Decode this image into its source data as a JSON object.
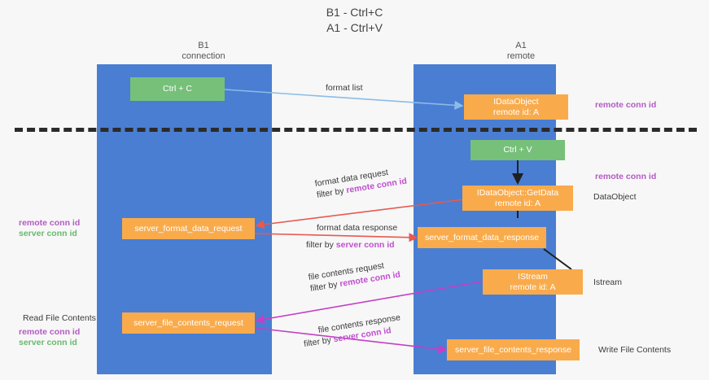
{
  "title": {
    "line1": "B1 - Ctrl+C",
    "line2": "A1 - Ctrl+V"
  },
  "columns": [
    {
      "name": "B1",
      "sub": "connection"
    },
    {
      "name": "A1",
      "sub": "remote"
    }
  ],
  "nodes": {
    "ctrl_c": {
      "line1": "Ctrl + C"
    },
    "idataobject": {
      "line1": "IDataObject",
      "line2": "remote id: A"
    },
    "ctrl_v": {
      "line1": "Ctrl + V"
    },
    "getdata": {
      "line1": "IDataObject::GetData",
      "line2": "remote id: A"
    },
    "server_format_data_request": {
      "line1": "server_format_data_request"
    },
    "server_format_data_response": {
      "line1": "server_format_data_response"
    },
    "istream": {
      "line1": "IStream",
      "line2": "remote id: A"
    },
    "server_file_contents_request": {
      "line1": "server_file_contents_request"
    },
    "server_file_contents_response": {
      "line1": "server_file_contents_response"
    }
  },
  "edge_labels": {
    "format_list": {
      "text": "format list"
    },
    "format_data_request": {
      "line1": "format data request",
      "filter_prefix": "filter by ",
      "filter_key": "remote conn id"
    },
    "format_data_response": {
      "line1": "format data response",
      "filter_prefix": "filter by ",
      "filter_key": "server conn id"
    },
    "file_contents_request": {
      "line1": "file contents request",
      "filter_prefix": "filter by ",
      "filter_key": "remote conn id"
    },
    "file_contents_response": {
      "line1": "file contents response",
      "filter_prefix": "filter by ",
      "filter_key": "server conn id"
    }
  },
  "annotations": {
    "right_remote_conn_top": {
      "purple": "remote conn id"
    },
    "right_remote_conn_mid": {
      "purple": "remote conn id"
    },
    "right_dataobject": {
      "plain": "DataObject"
    },
    "right_istream": {
      "plain": "Istream"
    },
    "right_write_file": {
      "plain": "Write File Contents"
    },
    "left_ids_mid": {
      "purple": "remote conn id",
      "green": "server conn id"
    },
    "left_read_file": {
      "plain": "Read File Contents"
    },
    "left_ids_bottom": {
      "purple": "remote conn id",
      "green": "server conn id"
    }
  },
  "colors": {
    "lane": "#4a7ed2",
    "green_node": "#76c07a",
    "orange_node": "#f9ab4c",
    "purple_text": "#b45ac4",
    "green_text": "#68b96e",
    "arrow_lightblue": "#8bbce6",
    "arrow_red": "#e8594f",
    "arrow_magenta": "#c43fc4",
    "arrow_black": "#1f1f1f",
    "divider": "#2b2b2b",
    "background": "#f7f7f7"
  }
}
